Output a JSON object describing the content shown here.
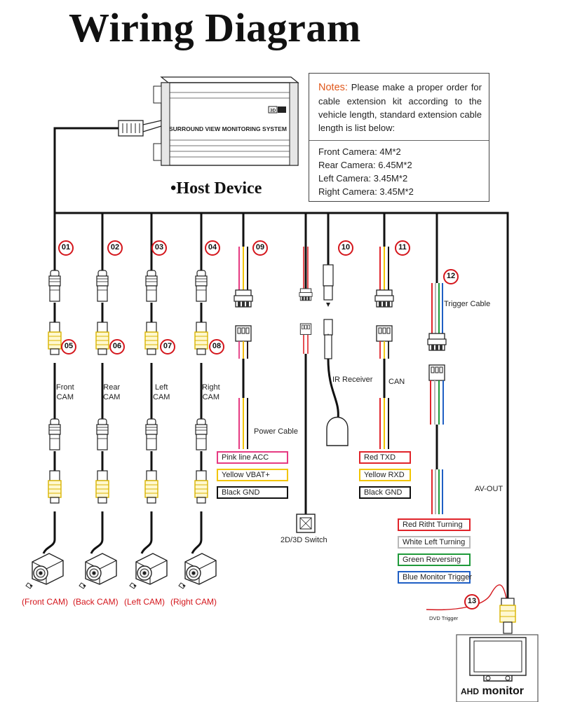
{
  "title": "Wiring Diagram",
  "host": {
    "label": "•Host Device",
    "box_text": "SURROUND VIEW MONITORING SYSTEM",
    "box_badge": "3D"
  },
  "notes": {
    "title": "Notes:",
    "text": " Please make a proper order for cable extension kit according to the vehicle length, standard extension cable length is list below:",
    "specs": [
      "Front Camera: 4M*2",
      "Rear Camera: 6.45M*2",
      "Left Camera: 3.45M*2",
      "Right Camera: 3.45M*2"
    ]
  },
  "badges": [
    "01",
    "02",
    "03",
    "04",
    "05",
    "06",
    "07",
    "08",
    "09",
    "10",
    "11",
    "12",
    "13"
  ],
  "cameras": {
    "mid_labels": [
      "Front\nCAM",
      "Rear\nCAM",
      "Left\nCAM",
      "Right\nCAM"
    ],
    "captions": [
      "(Front CAM)",
      "(Back CAM)",
      "(Left CAM)",
      "(Right CAM)"
    ]
  },
  "labels": {
    "power_cable": "Power Cable",
    "ir_receiver": "IR Receiver",
    "can": "CAN",
    "trigger_cable": "Trigger Cable",
    "switch": "2D/3D Switch",
    "av_out": "AV-OUT",
    "dvd_trigger": "DVD Trigger"
  },
  "power_wires": [
    "Pink line ACC",
    "Yellow VBAT+",
    "Black GND"
  ],
  "can_wires": [
    "Red TXD",
    "Yellow RXD",
    "Black GND"
  ],
  "trigger_wires": [
    "Red Ritht Turning",
    "White Left Turning",
    "Green Reversing",
    "Blue Monitor Trigger"
  ],
  "monitor": {
    "prefix": "AHD",
    "label": "monitor"
  },
  "colors": {
    "accent_red": "#d4161c",
    "notes_orange": "#e0581b",
    "wire_pink": "#e63a82",
    "wire_yellow": "#f2c500",
    "wire_black": "#111111",
    "wire_red": "#e0242a",
    "wire_white": "#b8b8b8",
    "wire_green": "#1f9a3a",
    "wire_blue": "#1f5fc4"
  }
}
